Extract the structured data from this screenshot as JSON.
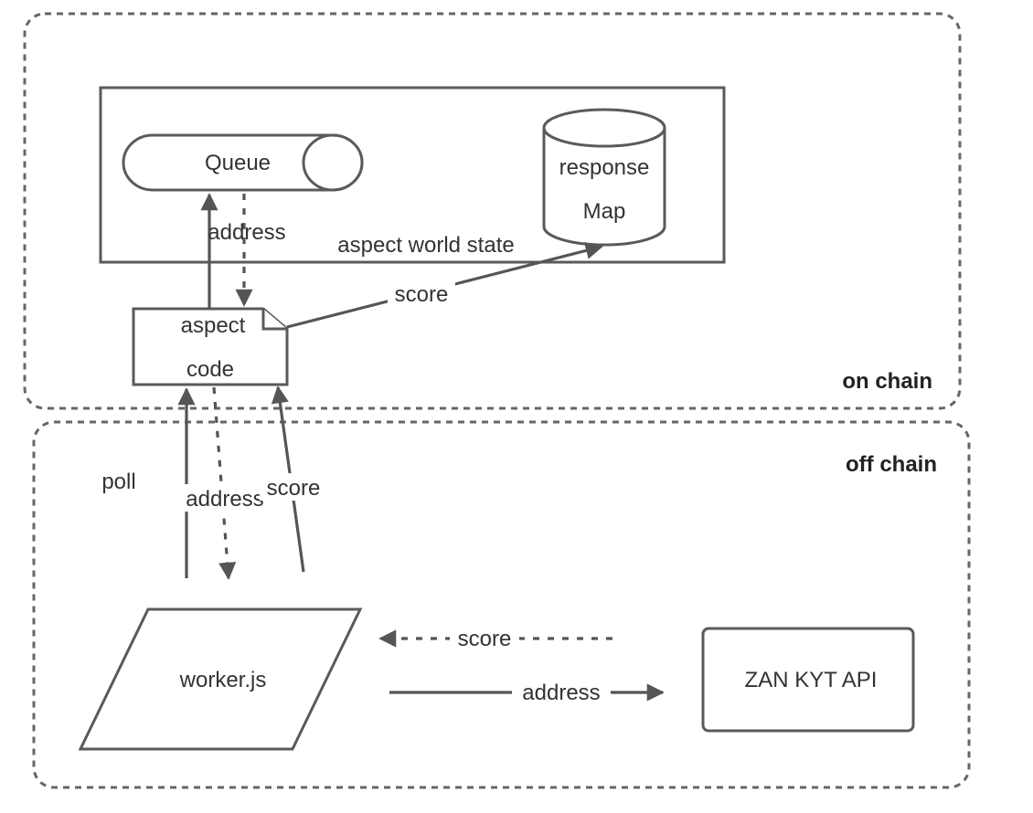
{
  "regions": {
    "on_chain": "on chain",
    "off_chain": "off chain"
  },
  "nodes": {
    "queue": "Queue",
    "response_map_line1": "response",
    "response_map_line2": "Map",
    "aspect_code_line1": "aspect",
    "aspect_code_line2": "code",
    "worker": "worker.js",
    "zan_api": "ZAN KYT API"
  },
  "edges": {
    "queue_address": "address",
    "world_state": "aspect world state",
    "score_to_map": "score",
    "poll": "poll",
    "address_down": "address",
    "score_up": "score",
    "score_from_api": "score",
    "address_to_api": "address"
  },
  "colors": {
    "stroke": "#555555",
    "text": "#333333",
    "background": "#ffffff"
  }
}
